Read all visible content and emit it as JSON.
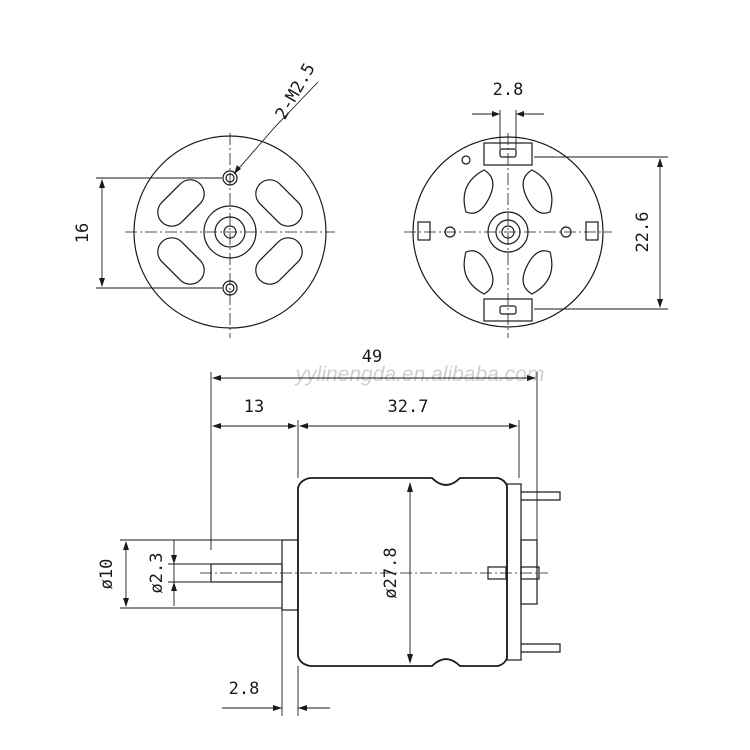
{
  "watermark": "yylinengda.en.alibaba.com",
  "front_view": {
    "thread_label": "2-M2.5",
    "hole_spacing": "16"
  },
  "rear_view": {
    "terminal_width": "2.8",
    "terminal_spacing": "22.6"
  },
  "side_view": {
    "overall_length": "49",
    "shaft_length": "13",
    "body_length": "32.7",
    "boss_diameter": "ø10",
    "shaft_diameter": "ø2.3",
    "body_diameter": "ø27.8",
    "boss_length": "2.8"
  }
}
